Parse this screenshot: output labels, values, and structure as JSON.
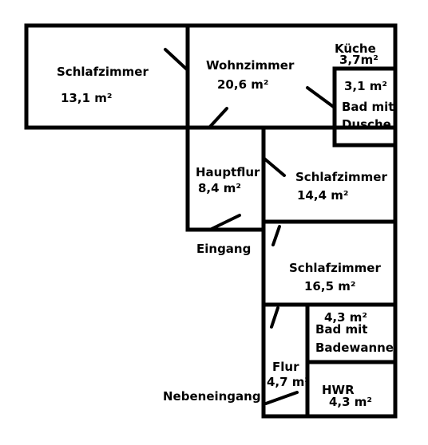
{
  "colors": {
    "wall": "#000000",
    "background": "#ffffff",
    "text": "#000000"
  },
  "rooms": [
    {
      "id": "schlafzimmer-1",
      "name": "Schlafzimmer",
      "area": "13,1 m²"
    },
    {
      "id": "wohnzimmer",
      "name": "Wohnzimmer",
      "area": "20,6 m²"
    },
    {
      "id": "kueche",
      "name": "Küche",
      "area": "3,7m²"
    },
    {
      "id": "bad-dusche",
      "name_line1": "Bad mit",
      "name_line2": "Dusche",
      "area": "3,1 m²"
    },
    {
      "id": "hauptflur",
      "name": "Hauptflur",
      "area": "8,4 m²"
    },
    {
      "id": "schlafzimmer-2",
      "name": "Schlafzimmer",
      "area": "14,4 m²"
    },
    {
      "id": "schlafzimmer-3",
      "name": "Schlafzimmer",
      "area": "16,5 m²"
    },
    {
      "id": "bad-badewanne",
      "name_line1": "Bad mit",
      "name_line2": "Badewanne",
      "area": "4,3 m²"
    },
    {
      "id": "flur",
      "name": "Flur",
      "area": "4,7 m²"
    },
    {
      "id": "hwr",
      "name": "HWR",
      "area": "4,3 m²"
    }
  ],
  "entrances": {
    "main": "Eingang",
    "side": "Nebeneingang"
  }
}
